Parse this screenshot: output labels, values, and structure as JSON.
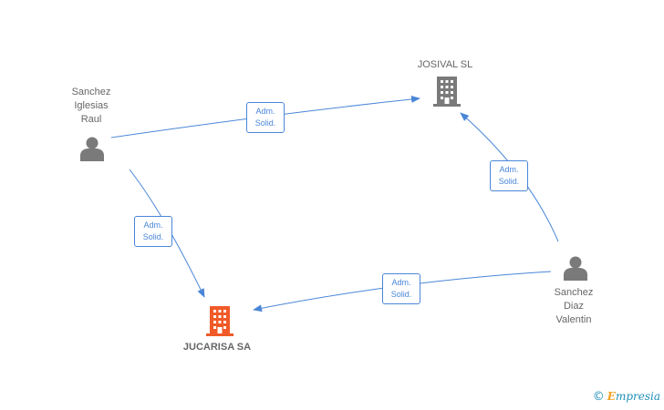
{
  "nodes": {
    "person_sanchez_iglesias": {
      "label": "Sanchez\nIglesias\nRaul",
      "icon": "person-icon"
    },
    "person_sanchez_diaz": {
      "label": "Sanchez\nDiaz\nValentin",
      "icon": "person-icon"
    },
    "company_josival": {
      "label": "JOSIVAL SL",
      "icon": "building-icon"
    },
    "company_jucarisa": {
      "label": "JUCARISA SA",
      "icon": "building-icon"
    }
  },
  "edges": [
    {
      "from": "Sanchez Iglesias Raul",
      "to": "JOSIVAL SL",
      "label_line1": "Adm.",
      "label_line2": "Solid."
    },
    {
      "from": "Sanchez Iglesias Raul",
      "to": "JUCARISA SA",
      "label_line1": "Adm.",
      "label_line2": "Solid."
    },
    {
      "from": "Sanchez Diaz Valentin",
      "to": "JOSIVAL SL",
      "label_line1": "Adm.",
      "label_line2": "Solid."
    },
    {
      "from": "Sanchez Diaz Valentin",
      "to": "JUCARISA SA",
      "label_line1": "Adm.",
      "label_line2": "Solid."
    }
  ],
  "colors": {
    "edge": "#4a86d8",
    "person_icon": "#7a7a7a",
    "company_icon": "#7a7a7a",
    "highlight_company_icon": "#f05a28",
    "label_text": "#666666"
  },
  "brand": {
    "copyright": "©",
    "name_initial": "E",
    "name_rest": "mpresia"
  }
}
